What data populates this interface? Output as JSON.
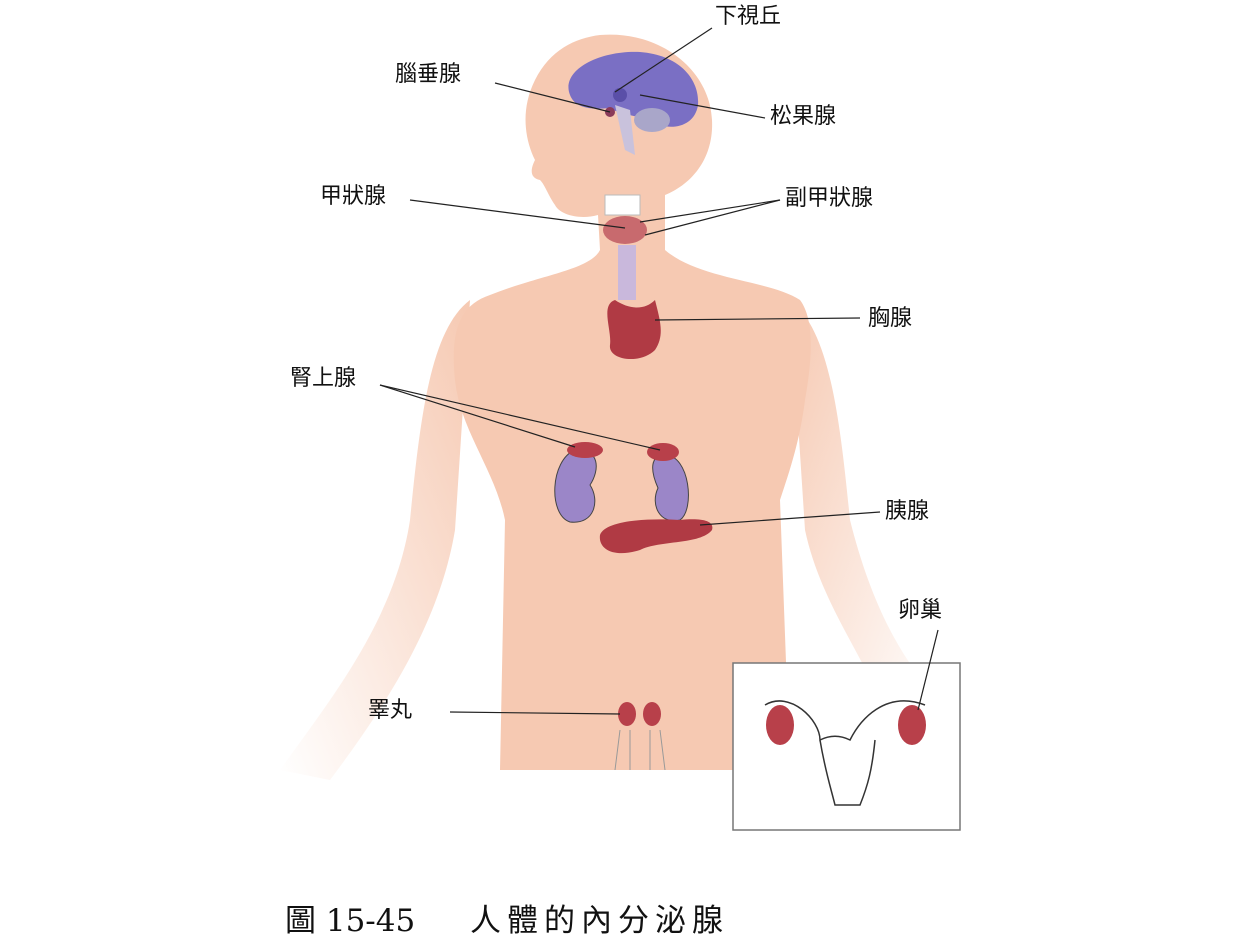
{
  "labels": {
    "hypothalamus": "下視丘",
    "pituitary": "腦垂腺",
    "pineal": "松果腺",
    "thyroid": "甲狀腺",
    "parathyroid": "副甲狀腺",
    "thymus": "胸腺",
    "adrenal": "腎上腺",
    "pancreas": "胰腺",
    "ovary": "卵巢",
    "testis": "睪丸"
  },
  "caption": {
    "number": "圖 15-45",
    "title": "人體的內分泌腺"
  },
  "colors": {
    "skin": "#f6c9b2",
    "gland": "#b8404a",
    "brain": "#7a6fc4",
    "kidney": "#9b86c8"
  }
}
